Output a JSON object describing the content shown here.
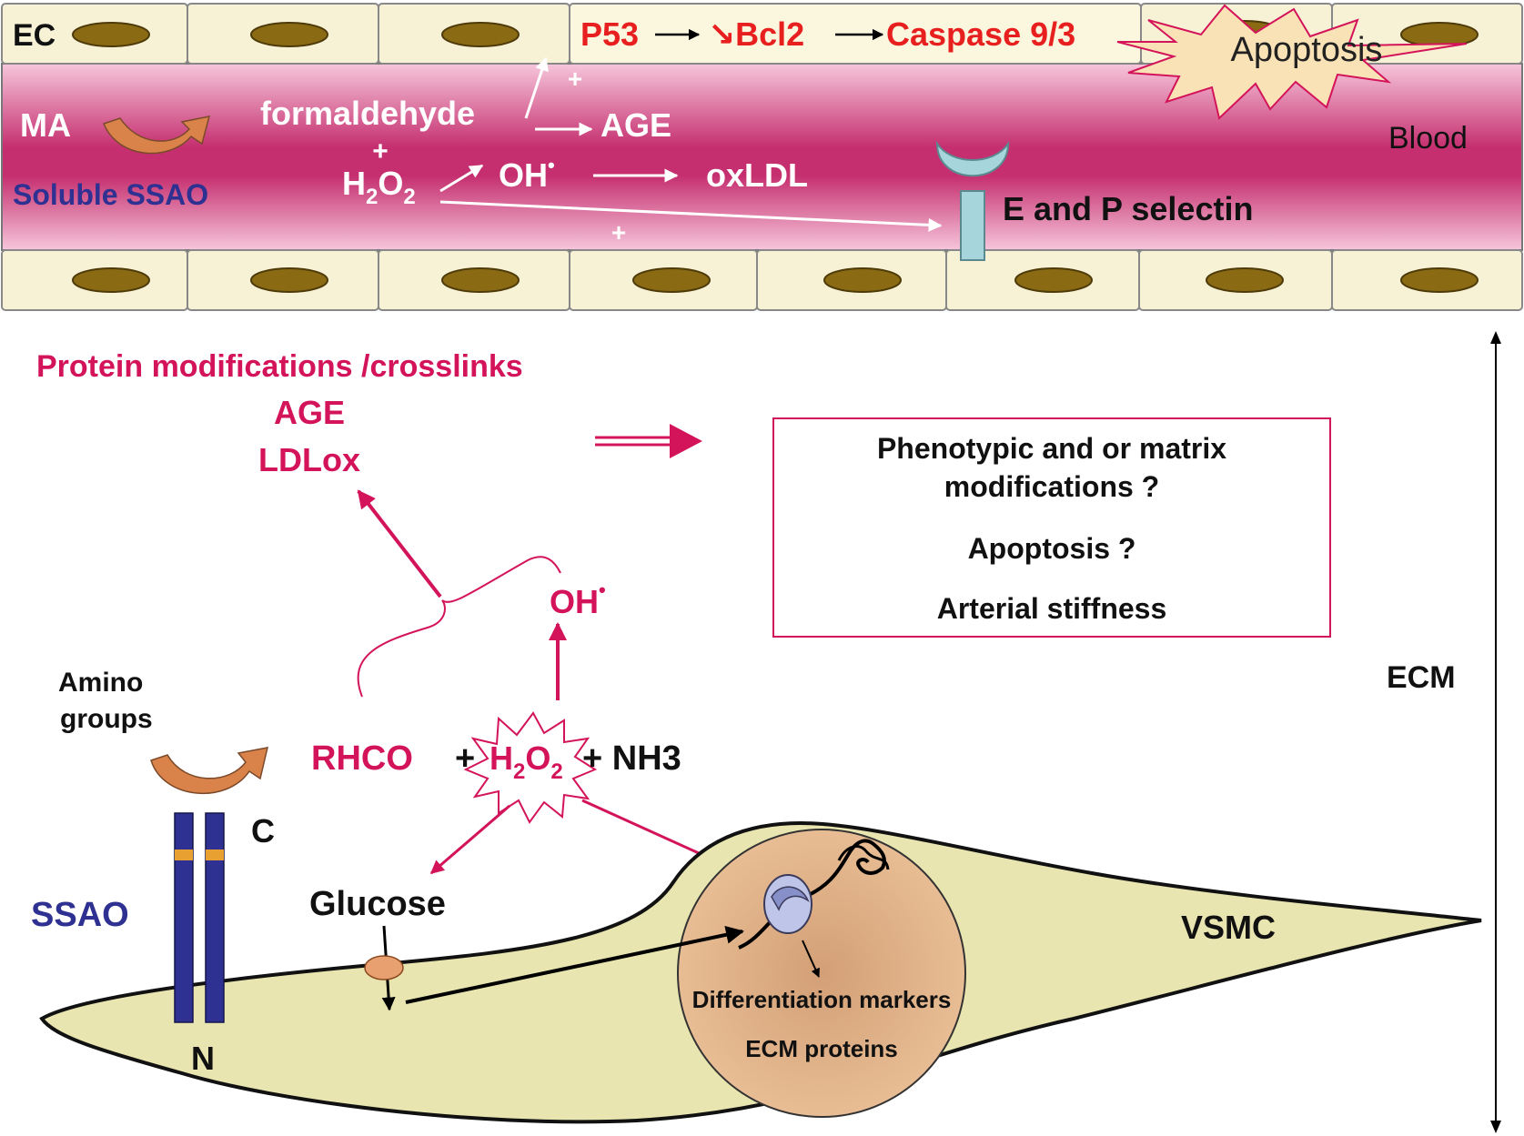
{
  "colors": {
    "magenta": "#d4145a",
    "red": "#e81f1f",
    "navy": "#2e3192",
    "cell_fill": "#f7f2d6",
    "nucleus": "#8b6a14",
    "vsmc_fill": "#e9e5b0",
    "nucleus_big": "#e6b48c",
    "selectin": "#a6d6dc",
    "apoptosis_burst": "#f9e3b6",
    "orange_arrow": "#d9824a"
  },
  "vessel": {
    "ec_label": "EC",
    "ma_label": "MA",
    "soluble_ssao_label": "Soluble SSAO",
    "formaldehyde_label": "formaldehyde",
    "plus_1": "+",
    "plus_2": "+",
    "plus_3": "+",
    "h2o2_label": "H",
    "h2o2_sub1": "2",
    "h2o2_mid": "O",
    "h2o2_sub2": "2",
    "oh_label": "OH",
    "oh_dot": "•",
    "age_label": "AGE",
    "oxldl_label": "oxLDL",
    "blood_label": "Blood",
    "selectin_label": "E and P selectin",
    "apoptosis_label": "Apoptosis",
    "pathway": {
      "p53": "P53",
      "bcl2": "↘Bcl2",
      "caspase": "Caspase 9/3"
    }
  },
  "lower": {
    "protein_mod_label": "Protein modifications /crosslinks",
    "age_label": "AGE",
    "ldlox_label": "LDLox",
    "outcomes": [
      "Phenotypic and or matrix",
      "modifications ?",
      "Apoptosis ?",
      "Arterial stiffness"
    ],
    "ecm_label": "ECM",
    "oh_label": "OH",
    "oh_dot": "•",
    "amino_groups_line1": "Amino",
    "amino_groups_line2": "groups",
    "rhco_label": "RHCO",
    "plus_1": "+",
    "h2o2_h": "H",
    "h2o2_sub1": "2",
    "h2o2_o": "O",
    "h2o2_sub2": "2",
    "plus_nh3": "+ NH3",
    "c_label": "C",
    "n_label": "N",
    "ssao_label": "SSAO",
    "glucose_label": "Glucose",
    "vsmc_label": "VSMC",
    "differentiation_label": "Differentiation markers",
    "ecm_proteins_label": "ECM proteins"
  }
}
